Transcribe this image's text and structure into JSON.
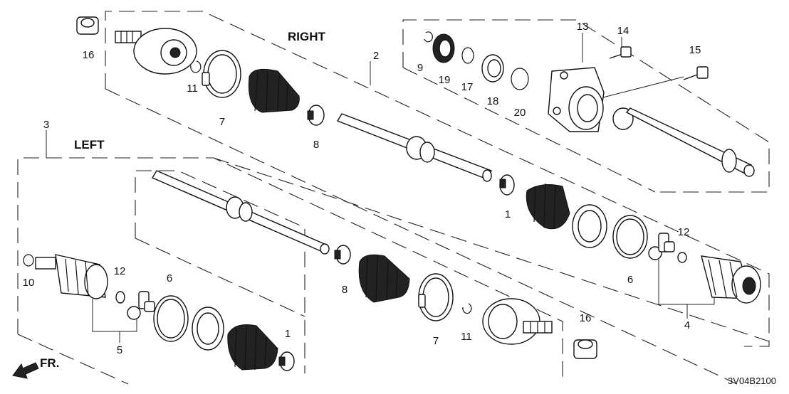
{
  "diagram": {
    "section_labels": {
      "right": "RIGHT",
      "left": "LEFT"
    },
    "direction_label": "FR.",
    "diagram_code": "3V04B2100",
    "callouts": [
      "1",
      "1",
      "2",
      "3",
      "4",
      "5",
      "6",
      "6",
      "7",
      "7",
      "8",
      "8",
      "9",
      "10",
      "11",
      "11",
      "12",
      "12",
      "13",
      "14",
      "15",
      "16",
      "16",
      "17",
      "18",
      "19",
      "20"
    ]
  }
}
